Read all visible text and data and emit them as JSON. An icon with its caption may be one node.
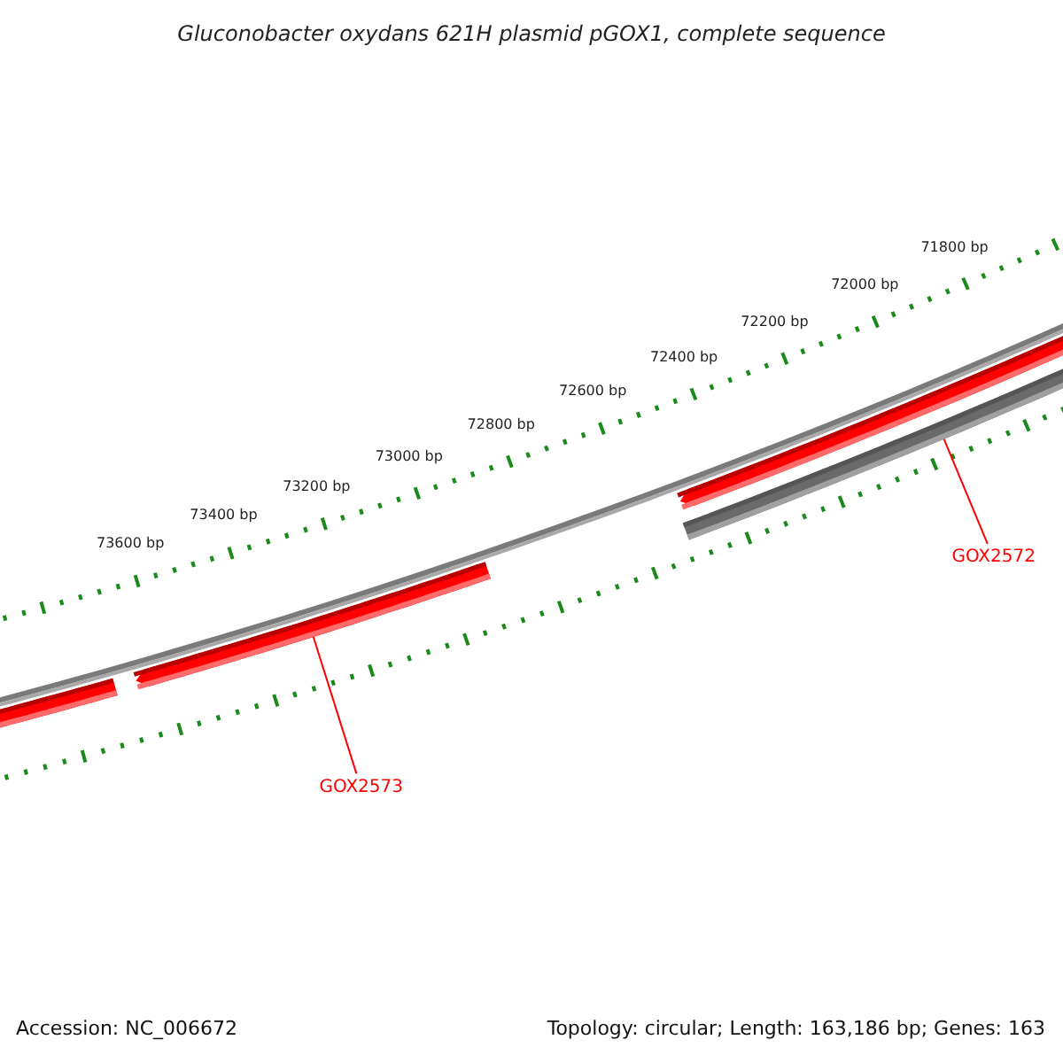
{
  "diagram": {
    "title": "Gluconobacter oxydans 621H plasmid pGOX1, complete sequence",
    "nodes": [
      {
        "text": [],
        "shape": "bar"
      },
      {
        "text": [],
        "shape": "bar"
      },
      {
        "text": [],
        "shape": "bar"
      },
      {
        "text": [],
        "shape": "bar"
      },
      {
        "text": [
          "GOX2572"
        ]
      },
      {
        "text": [
          "GOX2573"
        ]
      }
    ],
    "edges": [
      {
        "from": 4,
        "to": 3,
        "arrow": "none"
      },
      {
        "from": 5,
        "to": 1,
        "arrow": "none"
      }
    ],
    "labels": [
      "71800 bp",
      "72000 bp",
      "72200 bp",
      "72400 bp",
      "72600 bp",
      "72800 bp",
      "73000 bp",
      "73200 bp",
      "73400 bp",
      "73600 bp",
      "Accession: NC_006672",
      "Topology: circular; Length: 163,186 bp; Genes: 163"
    ]
  }
}
